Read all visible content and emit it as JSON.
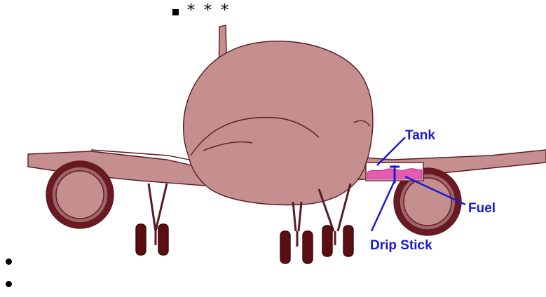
{
  "header": {
    "bullet_text": "* * *"
  },
  "diagram": {
    "labels": {
      "tank": "Tank",
      "fuel": "Fuel",
      "drip_stick": "Drip Stick"
    },
    "colors": {
      "fuselage": "#c58f90",
      "outline": "#5a1a22",
      "gear": "#5c0f12",
      "fuel": "#e45cb0",
      "label": "#1a1ad6"
    }
  },
  "list": {
    "items": [
      "",
      ""
    ]
  }
}
